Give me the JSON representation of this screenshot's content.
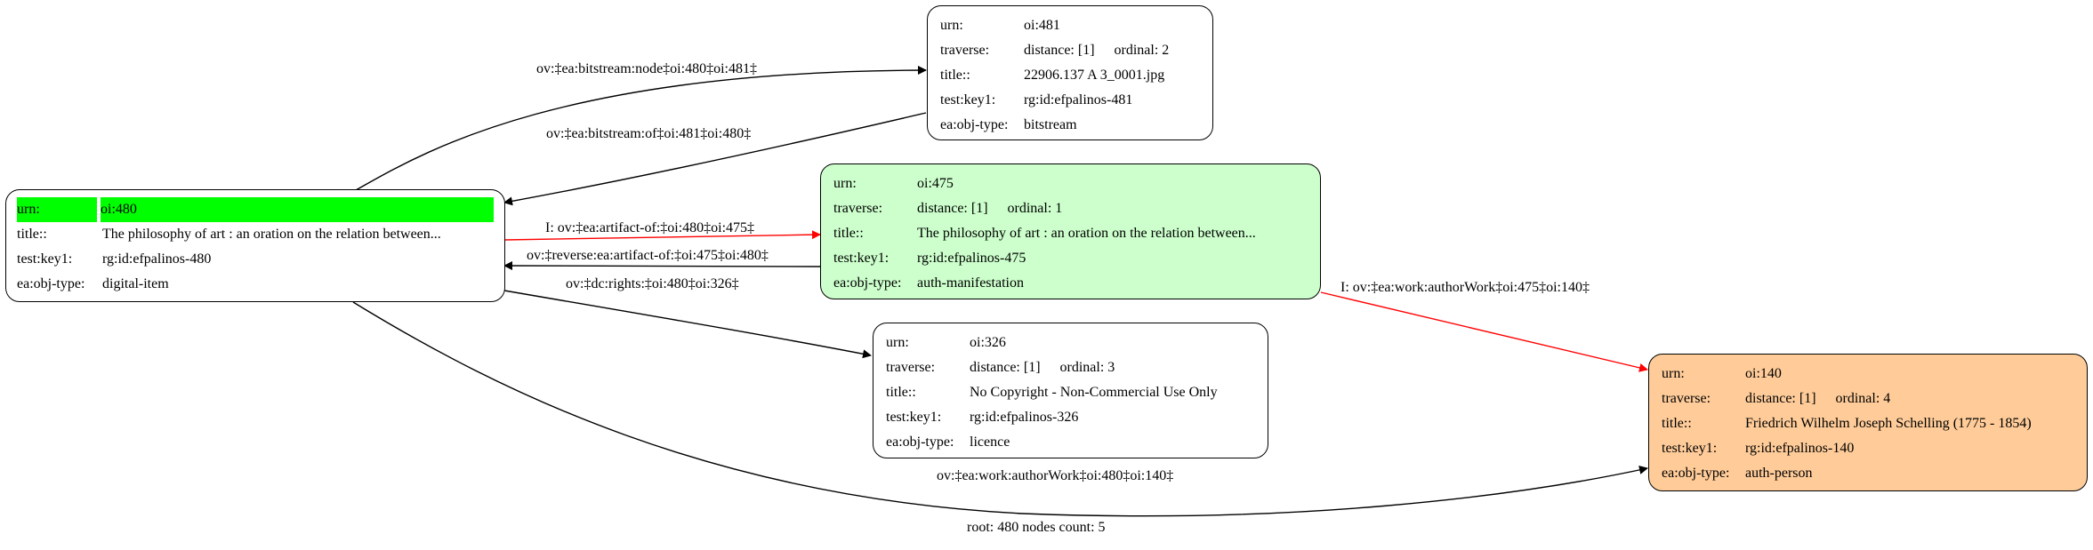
{
  "nodes": {
    "n480": {
      "fill": "#ffffff",
      "rows": [
        {
          "key": "urn:",
          "value": "oi:480"
        },
        {
          "key": "title::",
          "value": "The philosophy of art : an oration on the relation between..."
        },
        {
          "key": "test:key1:",
          "value": "rg:id:efpalinos-480"
        },
        {
          "key": "ea:obj-type:",
          "value": "digital-item"
        }
      ],
      "highlight_color": "#00ff00"
    },
    "n481": {
      "fill": "#ffffff",
      "rows": [
        {
          "key": "urn:",
          "value": "oi:481"
        },
        {
          "key": "traverse:",
          "value": "distance: [1]",
          "value2": "ordinal: 2"
        },
        {
          "key": "title::",
          "value": "22906.137 A 3_0001.jpg"
        },
        {
          "key": "test:key1:",
          "value": "rg:id:efpalinos-481"
        },
        {
          "key": "ea:obj-type:",
          "value": "bitstream"
        }
      ]
    },
    "n475": {
      "fill": "#ccffcc",
      "rows": [
        {
          "key": "urn:",
          "value": "oi:475"
        },
        {
          "key": "traverse:",
          "value": "distance: [1]",
          "value2": "ordinal: 1"
        },
        {
          "key": "title::",
          "value": "The philosophy of art : an oration on the relation between..."
        },
        {
          "key": "test:key1:",
          "value": "rg:id:efpalinos-475"
        },
        {
          "key": "ea:obj-type:",
          "value": "auth-manifestation"
        }
      ]
    },
    "n326": {
      "fill": "#ffffff",
      "rows": [
        {
          "key": "urn:",
          "value": "oi:326"
        },
        {
          "key": "traverse:",
          "value": "distance: [1]",
          "value2": "ordinal: 3"
        },
        {
          "key": "title::",
          "value": "No Copyright - Non-Commercial Use Only"
        },
        {
          "key": "test:key1:",
          "value": "rg:id:efpalinos-326"
        },
        {
          "key": "ea:obj-type:",
          "value": "licence"
        }
      ]
    },
    "n140": {
      "fill": "#ffcc99",
      "rows": [
        {
          "key": "urn:",
          "value": "oi:140"
        },
        {
          "key": "traverse:",
          "value": "distance: [1]",
          "value2": "ordinal: 4"
        },
        {
          "key": "title::",
          "value": "Friedrich Wilhelm Joseph Schelling (1775 - 1854)"
        },
        {
          "key": "test:key1:",
          "value": "rg:id:efpalinos-140"
        },
        {
          "key": "ea:obj-type:",
          "value": "auth-person"
        }
      ]
    }
  },
  "edges": {
    "e480_481": {
      "label": "ov:‡ea:bitstream:node‡oi:480‡oi:481‡",
      "color": "#000000"
    },
    "e481_480": {
      "label": "ov:‡ea:bitstream:of‡oi:481‡oi:480‡",
      "color": "#000000"
    },
    "e480_475": {
      "label": "I: ov:‡ea:artifact-of:‡oi:480‡oi:475‡",
      "color": "#ff0000"
    },
    "e475_480": {
      "label": "ov:‡reverse:ea:artifact-of:‡oi:475‡oi:480‡",
      "color": "#000000"
    },
    "e480_326": {
      "label": "ov:‡dc:rights:‡oi:480‡oi:326‡",
      "color": "#000000"
    },
    "e475_140": {
      "label": "I: ov:‡ea:work:authorWork‡oi:475‡oi:140‡",
      "color": "#ff0000"
    },
    "e480_140": {
      "label": "ov:‡ea:work:authorWork‡oi:480‡oi:140‡",
      "color": "#000000"
    }
  },
  "caption": "root: 480 nodes count: 5"
}
